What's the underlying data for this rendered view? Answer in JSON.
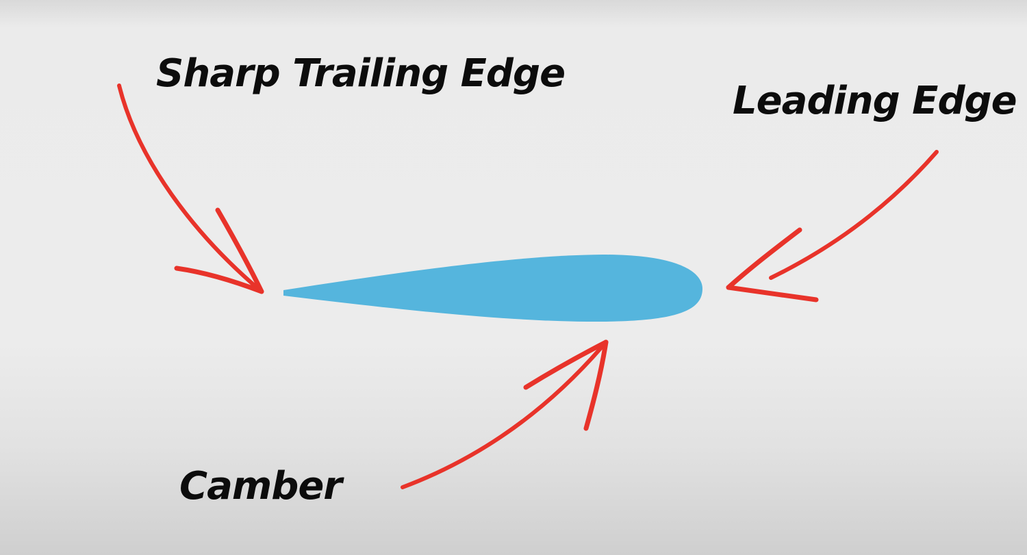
{
  "labels": {
    "trailing_edge": "Sharp Trailing Edge",
    "leading_edge": "Leading Edge",
    "camber": "Camber"
  },
  "colors": {
    "airfoil": "#55b5dd",
    "arrow": "#e8332a",
    "text": "#0c0c0c"
  }
}
